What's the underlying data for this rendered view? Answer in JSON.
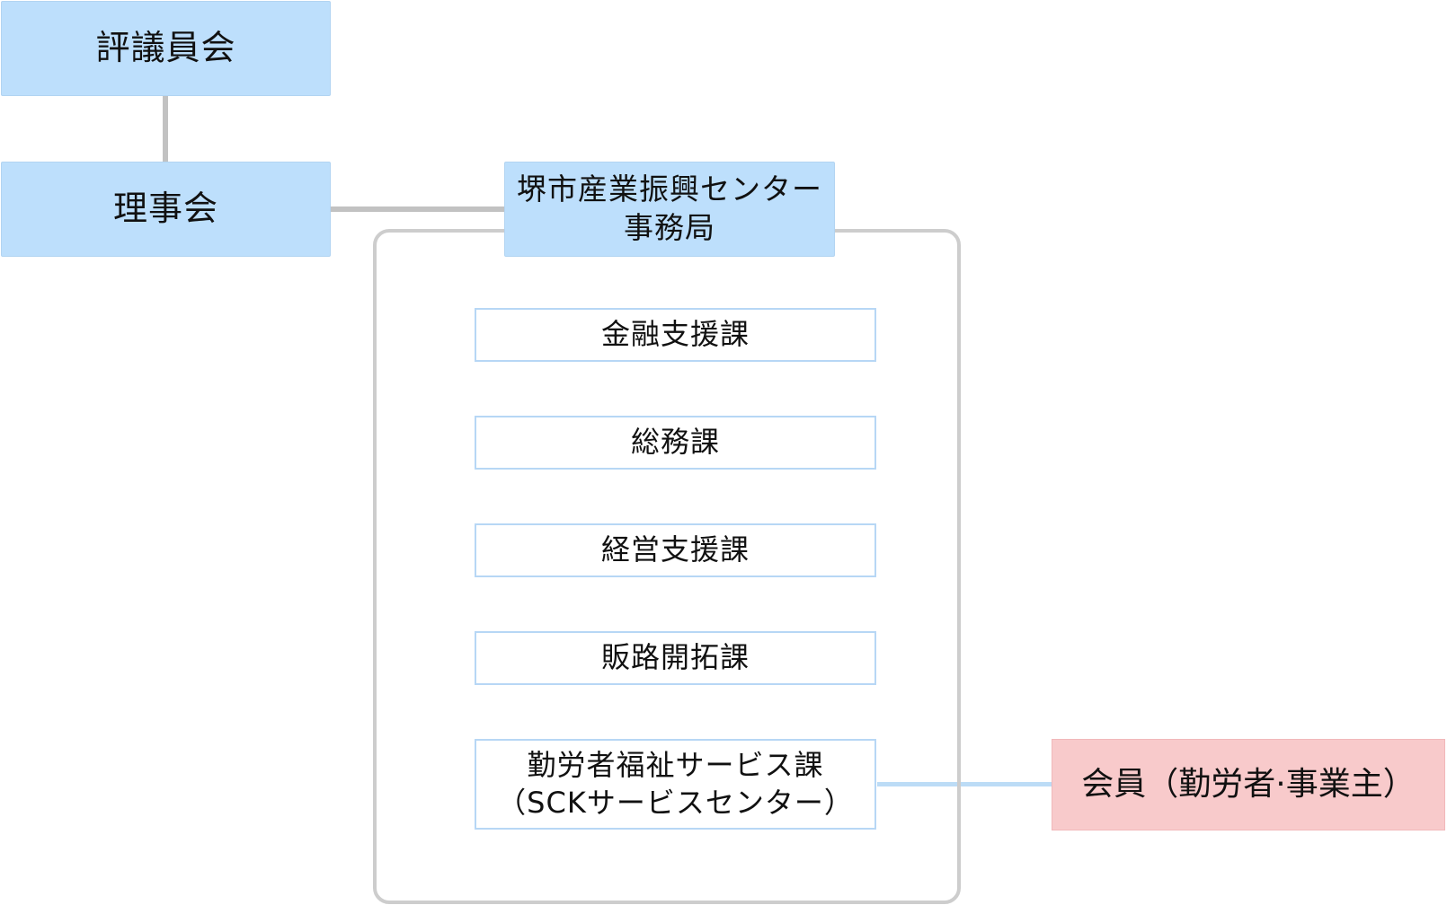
{
  "council": {
    "label": "評議員会"
  },
  "board": {
    "label": "理事会"
  },
  "secretariat": {
    "line1": "堺市産業振興センター",
    "line2": "事務局"
  },
  "divisions": [
    {
      "label": "金融支援課"
    },
    {
      "label": "総務課"
    },
    {
      "label": "経営支援課"
    },
    {
      "label": "販路開拓課"
    },
    {
      "line1": "勤労者福祉サービス課",
      "line2": "（SCKサービスセンター）"
    }
  ],
  "members": {
    "label": "会員（勤労者·事業主）"
  },
  "colors": {
    "box_fill_blue": "#bddffc",
    "box_border_blue": "#b7d7f5",
    "box_fill_pink": "#f8cacb",
    "connector_gray": "#c2c2c2",
    "connector_blue": "#bcdcf6",
    "frame_gray": "#cdcdcd"
  }
}
